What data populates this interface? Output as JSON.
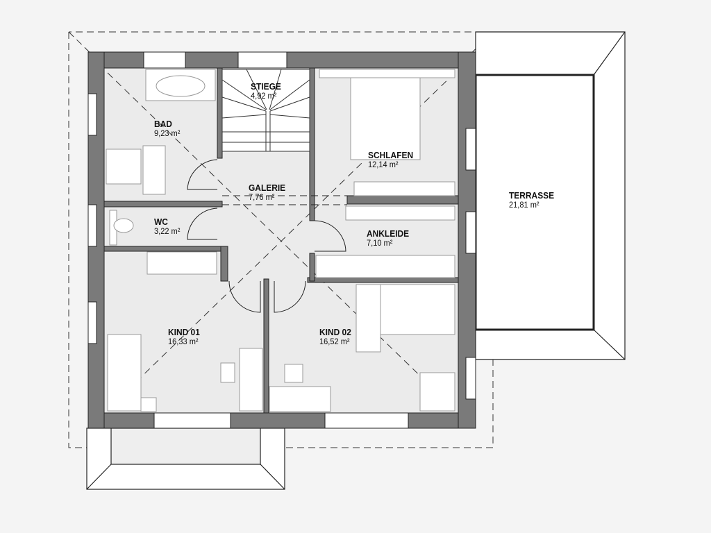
{
  "plan": {
    "rooms": [
      {
        "name": "BAD",
        "area": "9,23 m²"
      },
      {
        "name": "STIEGE",
        "area": "4,92 m²"
      },
      {
        "name": "SCHLAFEN",
        "area": "12,14 m²"
      },
      {
        "name": "GALERIE",
        "area": "7,76 m²"
      },
      {
        "name": "WC",
        "area": "3,22 m²"
      },
      {
        "name": "ANKLEIDE",
        "area": "7,10 m²"
      },
      {
        "name": "KIND 01",
        "area": "16,33 m²"
      },
      {
        "name": "KIND 02",
        "area": "16,52 m²"
      },
      {
        "name": "TERRASSE",
        "area": "21,81 m²"
      }
    ],
    "colors": {
      "wall": "#7a7a7a",
      "floor": "#ebebeb",
      "background": "#f4f4f4",
      "line": "#222222"
    }
  }
}
